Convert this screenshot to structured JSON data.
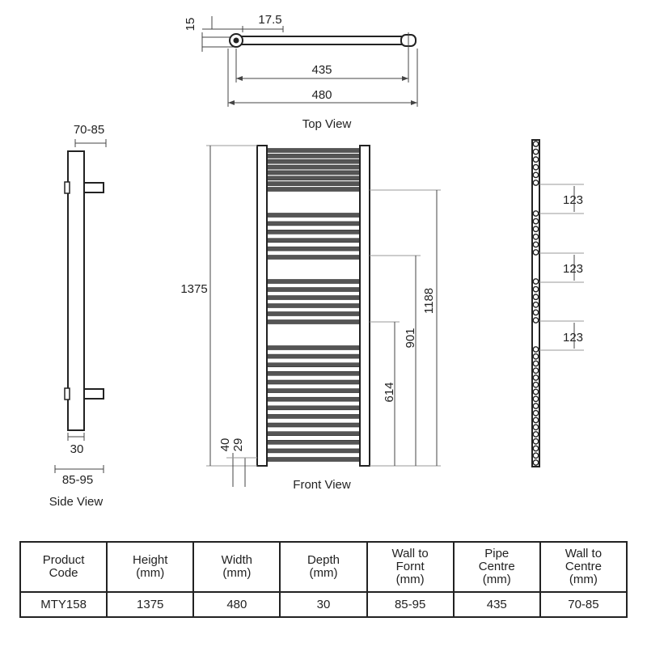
{
  "diagram": {
    "views": {
      "top": "Top  View",
      "side": "Side View",
      "front": "Front View"
    },
    "top_view_dims": {
      "offset": "15",
      "pipe": "17.5",
      "pipe_centre": "435",
      "width": "480"
    },
    "side_view_dims": {
      "wall_to_centre": "70-85",
      "depth": "30",
      "wall_to_front": "85-95"
    },
    "front_view_dims": {
      "height": "1375",
      "d1188": "1188",
      "d901": "901",
      "d614": "614",
      "d40": "40",
      "d29": "29"
    },
    "bracket_view_dims": [
      "123",
      "123",
      "123"
    ]
  },
  "spec_table": {
    "headers": [
      "Product\nCode",
      "Height\n(mm)",
      "Width\n(mm)",
      "Depth\n(mm)",
      "Wall to\nFornt\n(mm)",
      "Pipe\nCentre\n(mm)",
      "Wall to\nCentre\n(mm)"
    ],
    "rows": [
      [
        "MTY158",
        "1375",
        "480",
        "30",
        "85-95",
        "435",
        "70-85"
      ]
    ]
  }
}
